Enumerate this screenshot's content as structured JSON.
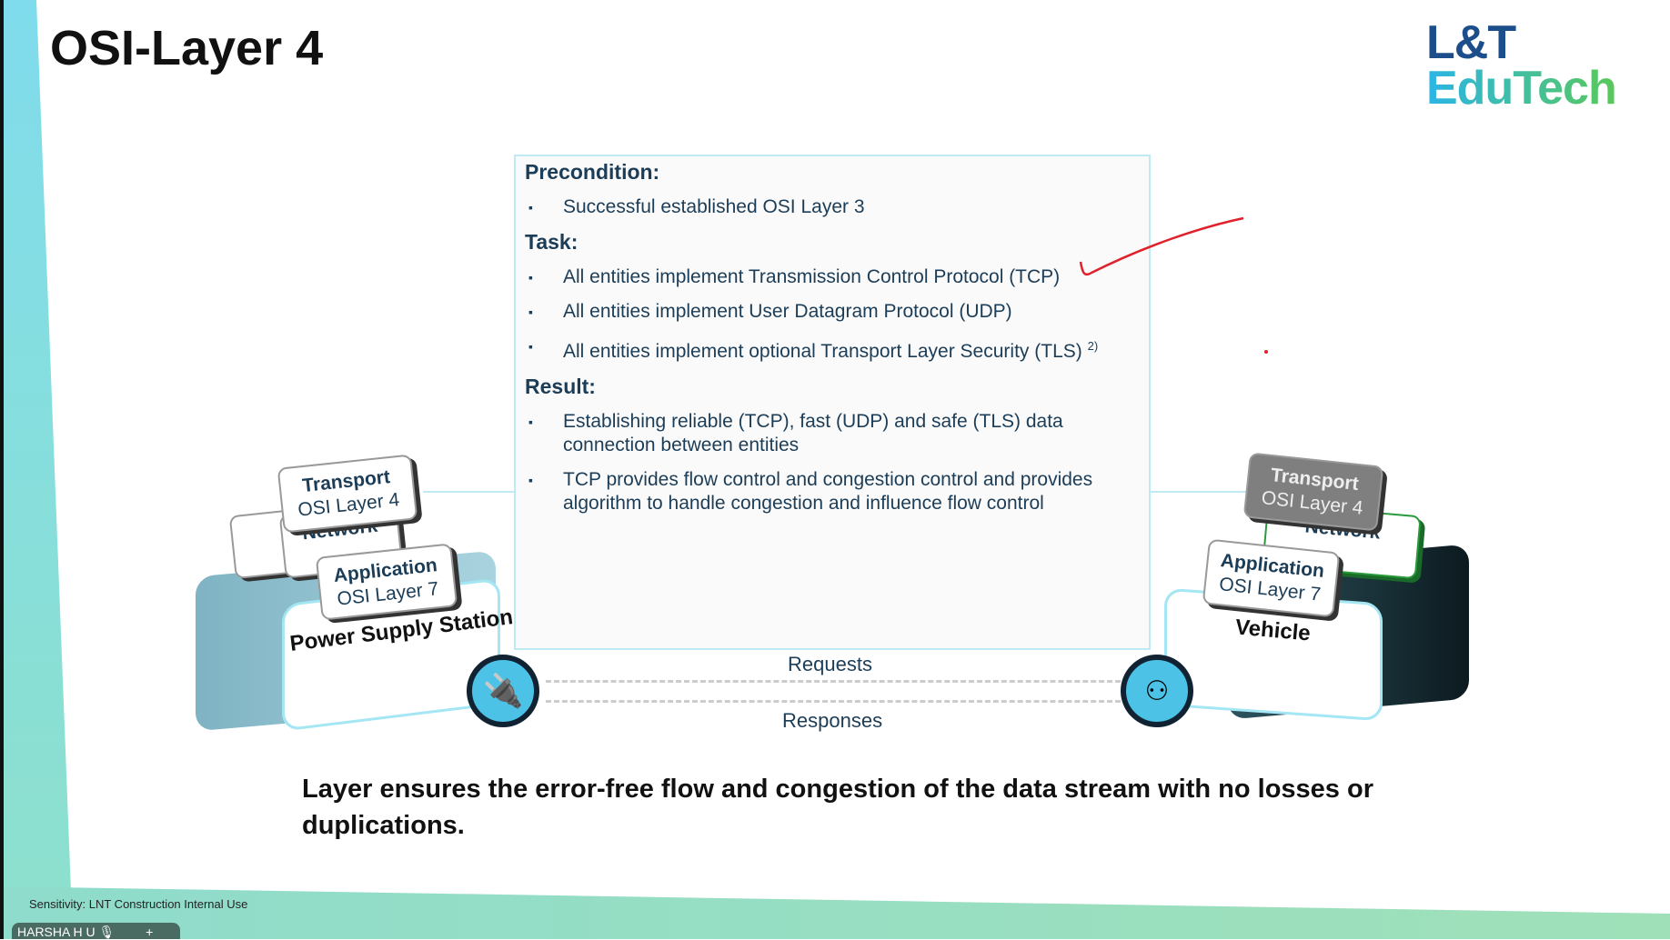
{
  "title": "OSI-Layer 4",
  "logo": {
    "line1": "L&T",
    "line2": "EduTech"
  },
  "box": {
    "precondition": "Precondition:",
    "pre_items": [
      "Successful established OSI Layer 3"
    ],
    "task": "Task:",
    "task_items": [
      "All entities implement Transmission Control Protocol (TCP)",
      "All entities implement User Datagram Protocol (UDP)",
      "All entities implement optional Transport Layer Security (TLS)"
    ],
    "tls_sup": "2)",
    "result": "Result:",
    "result_items": [
      "Establishing reliable (TCP), fast (UDP) and safe (TLS) data connection between entities",
      "TCP provides flow control and congestion control and provides algorithm to handle congestion and influence flow control"
    ]
  },
  "left": {
    "transport": "Transport",
    "transport_sub": "OSI Layer 4",
    "network": "Network",
    "app": "Application",
    "app_sub": "OSI Layer 7",
    "base": "Power Supply Station"
  },
  "right": {
    "transport": "Transport",
    "transport_sub": "OSI Layer 4",
    "network": "Network",
    "app": "Application",
    "app_sub": "OSI Layer 7",
    "base": "Vehicle"
  },
  "requests": "Requests",
  "responses": "Responses",
  "bottom_text": "Layer ensures the error-free flow and congestion of the data stream with no losses or duplications.",
  "sensitivity": "Sensitivity: LNT Construction Internal Use",
  "user": "HARSHA H U",
  "bullet": "▪"
}
